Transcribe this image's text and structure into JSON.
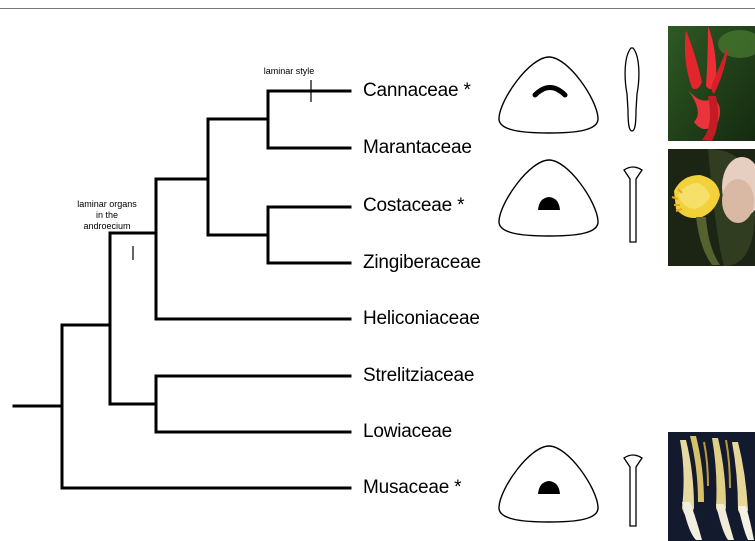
{
  "taxa": [
    {
      "name": "Cannaceae *"
    },
    {
      "name": "Marantaceae"
    },
    {
      "name": "Costaceae *"
    },
    {
      "name": "Zingiberaceae"
    },
    {
      "name": "Heliconiaceae"
    },
    {
      "name": "Strelitziaceae"
    },
    {
      "name": "Lowiaceae"
    },
    {
      "name": "Musaceae *"
    }
  ],
  "annotations": {
    "laminar_style": "laminar style",
    "laminar_organs": "laminar organs in the androecium"
  },
  "illustrations": {
    "cannaceae": {
      "ovary_cross_section": "laminar-arc",
      "style_shape": "laminar"
    },
    "costaceae": {
      "ovary_cross_section": "filled-dome",
      "style_shape": "flared-tip"
    },
    "musaceae": {
      "ovary_cross_section": "filled-dome",
      "style_shape": "flared-tip"
    }
  },
  "photos": [
    {
      "subject": "red canna flower"
    },
    {
      "subject": "yellow costus flower"
    },
    {
      "subject": "musa flowers on dark background"
    }
  ],
  "colors": {
    "line": "#000000",
    "background": "#ffffff"
  }
}
